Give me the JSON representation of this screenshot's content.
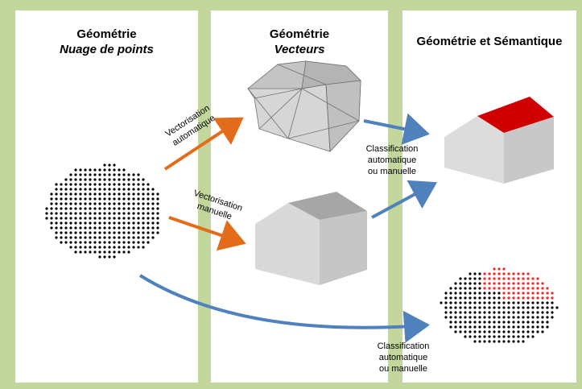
{
  "columns": [
    {
      "title": "Géométrie",
      "subtitle": "Nuage de points"
    },
    {
      "title": "Géométrie",
      "subtitle": "Vecteurs"
    },
    {
      "title": "Géométrie et Sémantique",
      "subtitle": ""
    }
  ],
  "labels": {
    "vectorisation_auto_1": "Vectorisation",
    "vectorisation_auto_2": "automatique",
    "vectorisation_man_1": "Vectorisation",
    "vectorisation_man_2": "manuelle",
    "classif_top_1": "Classification",
    "classif_top_2": "automatique",
    "classif_top_3": "ou manuelle",
    "classif_bottom_1": "Classification",
    "classif_bottom_2": "automatique",
    "classif_bottom_3": "ou manuelle"
  },
  "colors": {
    "background": "#c3d69b",
    "panel": "#ffffff",
    "orange_arrow": "#e36c1a",
    "blue_arrow": "#4f81bd",
    "roof_red": "#d00000",
    "points_black": "#000000",
    "points_red": "#ff2020",
    "building_light": "#dcdcdc",
    "building_mid": "#c8c8c8",
    "building_dark": "#a8a8a8"
  }
}
